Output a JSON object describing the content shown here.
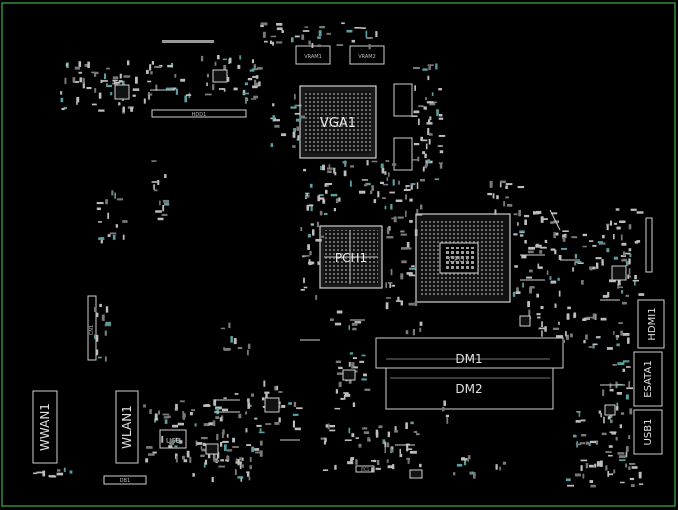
{
  "board": {
    "border_color": "#3fae4a",
    "silk_color": "#d8d8d8",
    "pad_color": "#9a9a9a",
    "trace_color": "#5aa0a0"
  },
  "components": {
    "vga": "VGA1",
    "pch": "PCH1",
    "cpu": "CPU1",
    "hdd": "HDD1",
    "dimm1": "DM1",
    "dimm2": "DM2",
    "hdmi": "HDMI1",
    "esata": "ESATA1",
    "usb": "USB1",
    "wwan": "WWAN1",
    "wlan": "WLAN1",
    "u69": "U69",
    "db1": "DB1",
    "conn_left": "CN1",
    "conn_bottom": "JTC1",
    "ram1": "VRAM1",
    "ram2": "VRAM2"
  }
}
